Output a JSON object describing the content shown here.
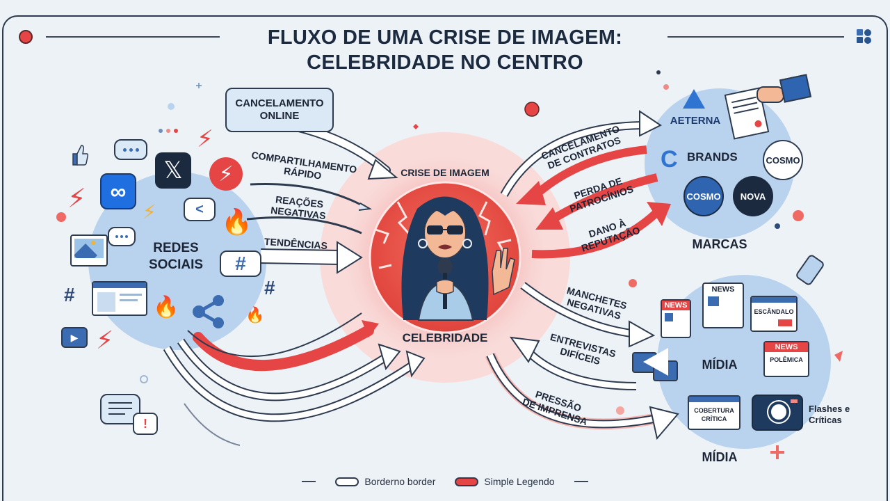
{
  "title": {
    "line1": "FLUXO DE UMA CRISE DE IMAGEM:",
    "line2": "CELEBRIDADE NO CENTRO"
  },
  "colors": {
    "background": "#edf2f7",
    "accent_red": "#e54545",
    "accent_blue": "#3b6bb0",
    "dark_navy": "#1b2a3f",
    "cluster_blue": "#b9d3ee",
    "center_pink": "#f7c6c4"
  },
  "center": {
    "top_label": "CRISE DE IMAGEM",
    "bottom_label": "CELEBRIDADE",
    "illustration": "celebrity-with-sunglasses-and-microphone"
  },
  "left_cluster": {
    "label_line1": "REDES",
    "label_line2": "SOCIAIS",
    "icons": [
      "thumbs-up-icon",
      "chat-bubble-icon",
      "x-logo-icon",
      "meta-logo-icon",
      "lightning-icon",
      "share-icon",
      "image-post-icon",
      "fire-icon",
      "hashtag-icon",
      "browser-window-icon",
      "video-camera-icon",
      "alert-chat-icon"
    ],
    "bubble_text_line1": "CANCELAMENTO",
    "bubble_text_line2": "ONLINE"
  },
  "left_flows": [
    {
      "line1": "COMPARTILHAMENTO",
      "line2": "RÁPIDO"
    },
    {
      "line1": "REAÇÕES",
      "line2": "NEGATIVAS"
    },
    {
      "line1": "TENDÊNCIAS",
      "line2": ""
    }
  ],
  "right_top_cluster": {
    "label": "MARCAS",
    "brands": [
      "AETERNA",
      "BRANDS",
      "COSMO",
      "COSMO",
      "NOVA"
    ],
    "icons": [
      "contract-hand-icon"
    ]
  },
  "right_top_flows": [
    {
      "line1": "CANCELAMENTO",
      "line2": "DE CONTRATOS"
    },
    {
      "line1": "PERDA DE",
      "line2": "PATROCÍNIOS"
    },
    {
      "line1": "DANO À",
      "line2": "REPUTAÇÃO"
    }
  ],
  "right_bottom_cluster": {
    "label": "MÍDIA",
    "label_bottom": "MÍDIA",
    "news_cards": [
      {
        "header": "NEWS",
        "body": ""
      },
      {
        "header": "NEWS",
        "body": ""
      },
      {
        "header": "",
        "body": "ESCÂNDALO"
      },
      {
        "header": "NEWS",
        "body": "POLÊMICA"
      },
      {
        "header": "",
        "body": "COBERTURA CRÍTICA"
      }
    ],
    "camera_caption_line1": "Flashes e",
    "camera_caption_line2": "Críticas"
  },
  "right_bottom_flows": [
    {
      "line1": "MANCHETES",
      "line2": "NEGATIVAS"
    },
    {
      "line1": "ENTREVISTAS",
      "line2": "DIFÍCEIS"
    },
    {
      "line1": "PRESSÃO",
      "line2": "DE IMPRENSA"
    }
  ],
  "legend": [
    {
      "swatch": "white",
      "label": "Borderno border"
    },
    {
      "swatch": "red",
      "label": "Simple Legendo"
    }
  ]
}
